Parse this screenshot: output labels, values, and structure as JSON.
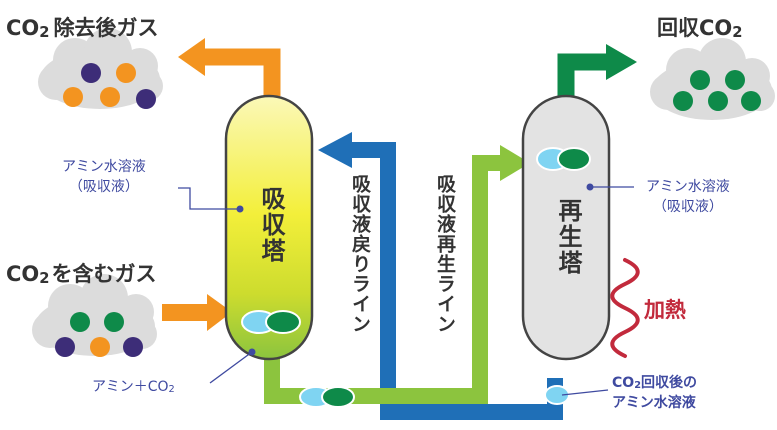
{
  "top_left_gas": {
    "prefix": "CO",
    "sub": "2",
    "suffix": "除去後ガス"
  },
  "top_right_gas": {
    "prefix": "回収CO",
    "sub": "2"
  },
  "left_gas_in": {
    "prefix": "CO",
    "sub": "2",
    "suffix": "を含むガス"
  },
  "absorber_label": "吸収塔",
  "regenerator_label": "再生塔",
  "left_solution": {
    "line1": "アミン水溶液",
    "line2": "（吸収液）"
  },
  "right_solution": {
    "line1": "アミン水溶液",
    "line2": "（吸収液）"
  },
  "amine_co2": {
    "prefix": "アミン＋CO",
    "sub": "2"
  },
  "return_line": "吸収液戻りライン",
  "regen_line": "吸収液再生ライン",
  "heating": "加熱",
  "after_recovery": {
    "line1_prefix": "CO",
    "line1_sub": "2",
    "line1_suffix": "回収後の",
    "line2": "アミン水溶液"
  },
  "colors": {
    "orange": "#f39420",
    "green": "#8cc43e",
    "dark_green": "#0e8a49",
    "blue": "#1f6fb7",
    "light_blue": "#7fd4f2",
    "navy": "#3d2d78",
    "heat_red": "#c22a3c"
  }
}
